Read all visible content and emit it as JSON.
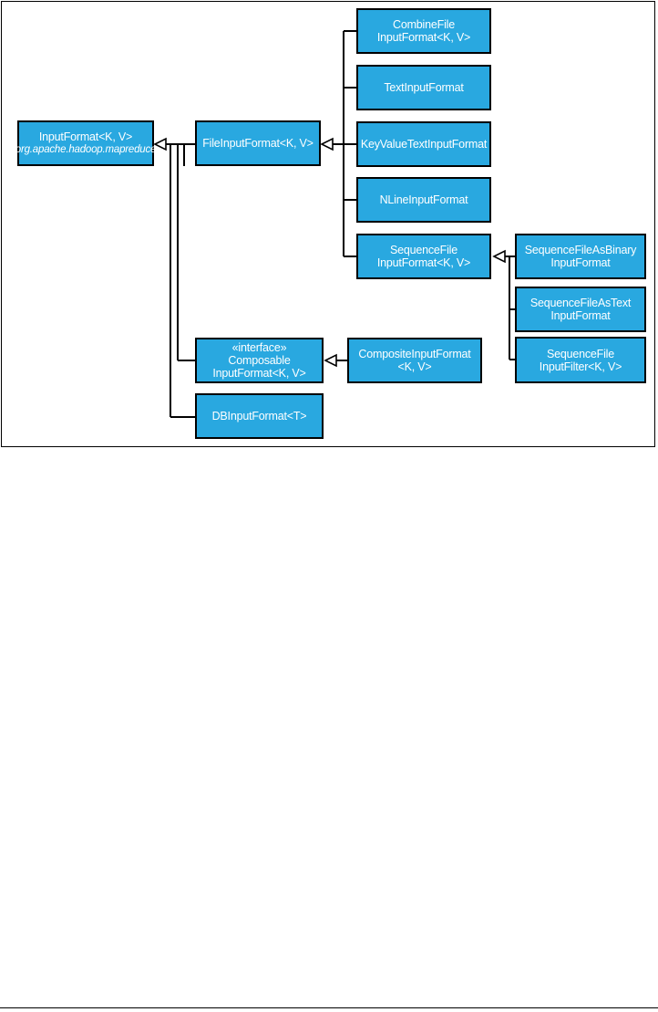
{
  "diagram": {
    "nodes": {
      "input_format": {
        "line1": "InputFormat<K, V>",
        "line2": "org.apache.hadoop.mapreduce"
      },
      "file_input_format": {
        "line1": "FileInputFormat<K, V>"
      },
      "combine_file": {
        "line1": "CombineFile",
        "line2": "InputFormat<K, V>"
      },
      "text_input": {
        "line1": "TextInputFormat"
      },
      "key_value_text": {
        "line1": "KeyValueTextInputFormat"
      },
      "nline_input": {
        "line1": "NLineInputFormat"
      },
      "sequence_file": {
        "line1": "SequenceFile",
        "line2": "InputFormat<K, V>"
      },
      "seq_as_binary": {
        "line1": "SequenceFileAsBinary",
        "line2": "InputFormat"
      },
      "seq_as_text": {
        "line1": "SequenceFileAsText",
        "line2": "InputFormat"
      },
      "seq_filter": {
        "line1": "SequenceFile",
        "line2": "InputFilter<K, V>"
      },
      "composable": {
        "line1": "«interface»",
        "line2": "Composable",
        "line3": "InputFormat<K, V>"
      },
      "composite": {
        "line1": "CompositeInputFormat",
        "line2": "<K, V>"
      },
      "db_input": {
        "line1": "DBInputFormat<T>"
      }
    },
    "colors": {
      "box_fill": "#29a8e0",
      "box_text": "#ffffff",
      "line": "#000000"
    }
  }
}
